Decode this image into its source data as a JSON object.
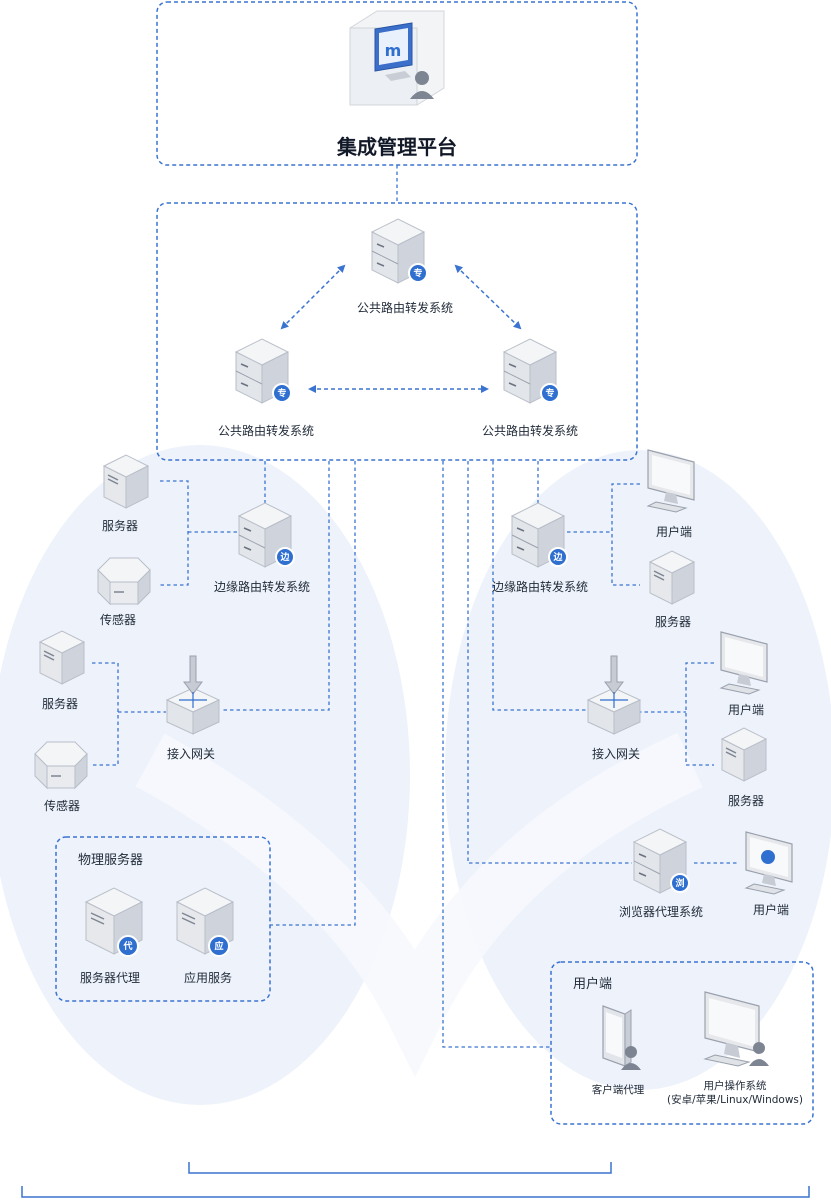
{
  "platform": {
    "label": "集成管理平台"
  },
  "core": {
    "top_label": "公共路由转发系统",
    "left_label": "公共路由转发系统",
    "right_label": "公共路由转发系统",
    "badge": "专"
  },
  "left_edge": {
    "router_label": "边缘路由转发系统",
    "badge": "边",
    "server_label": "服务器",
    "sensor_label": "传感器"
  },
  "left_gateway": {
    "gateway_label": "接入网关",
    "server_label": "服务器",
    "sensor_label": "传感器"
  },
  "physical": {
    "group_title": "物理服务器",
    "agent_label": "服务器代理",
    "agent_badge": "代",
    "app_label": "应用服务",
    "app_badge": "应"
  },
  "right_edge": {
    "router_label": "边缘路由转发系统",
    "badge": "边",
    "client_label": "用户端",
    "server_label": "服务器"
  },
  "right_gateway": {
    "gateway_label": "接入网关",
    "client_label": "用户端",
    "server_label": "服务器"
  },
  "browser": {
    "proxy_label": "浏览器代理系统",
    "badge": "浏",
    "client_label": "用户端"
  },
  "user_group": {
    "group_title": "用户端",
    "client_agent_label": "客户端代理",
    "os_label_line1": "用户操作系统",
    "os_label_line2": "(安卓/苹果/Linux/Windows)"
  },
  "colors": {
    "accent": "#2f6fd0",
    "line": "#3b73d1",
    "halo": "#eef3fb"
  }
}
